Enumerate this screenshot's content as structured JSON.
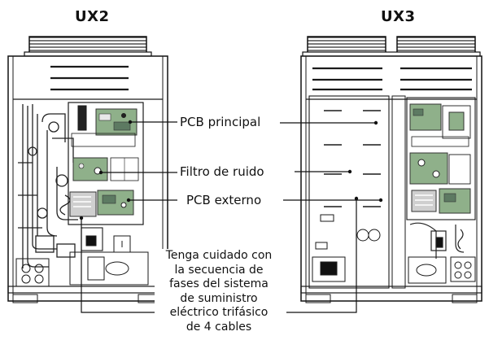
{
  "units": {
    "left": {
      "title": "UX2"
    },
    "right": {
      "title": "UX3"
    }
  },
  "callouts": {
    "pcb_main": "PCB principal",
    "noise_filter": "Filtro de ruido",
    "pcb_external": "PCB externo"
  },
  "note": {
    "lines": [
      "Tenga cuidado con",
      "la secuencia de",
      "fases del sistema",
      "de suministro",
      "eléctrico trifásico",
      "de 4 cables"
    ]
  },
  "colors": {
    "line": "#1a1a1a",
    "board_green": "#8fb08a",
    "board_dark": "#6c8f72",
    "background": "#ffffff"
  }
}
